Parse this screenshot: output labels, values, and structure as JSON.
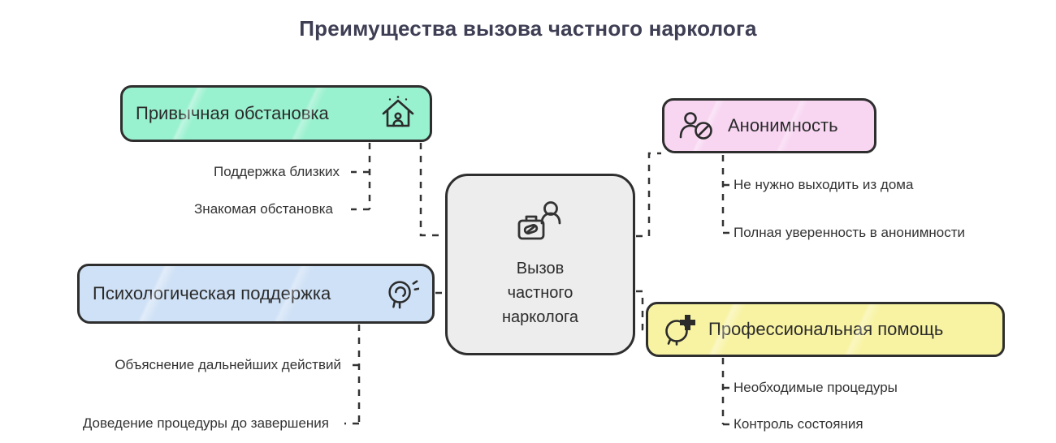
{
  "title": "Преимущества вызова частного нарколога",
  "center": {
    "icon": "doctor-briefcase-icon",
    "label_lines": [
      "Вызов",
      "частного",
      "нарколога"
    ],
    "color": "#ededed"
  },
  "branches": {
    "home": {
      "label": "Привычная обстановка",
      "color": "#98f1cf",
      "icon": "home-icon",
      "children": [
        "Поддержка близких",
        "Знакомая обстановка"
      ]
    },
    "psych": {
      "label": "Психологическая поддержка",
      "color": "#cfe1f6",
      "icon": "psychology-icon",
      "children": [
        "Объяснение дальнейших действий",
        "Доведение процедуры до завершения"
      ]
    },
    "anon": {
      "label": "Анонимность",
      "color": "#f8d6f2",
      "icon": "anonymity-icon",
      "children": [
        "Не нужно выходить из дома",
        "Полная уверенность в анонимности"
      ]
    },
    "pro": {
      "label": "Профессиональная помощь",
      "color": "#f8f3a2",
      "icon": "medical-cross-icon",
      "children": [
        "Необходимые процедуры",
        "Контроль состояния"
      ]
    }
  },
  "line_color": "#333333"
}
